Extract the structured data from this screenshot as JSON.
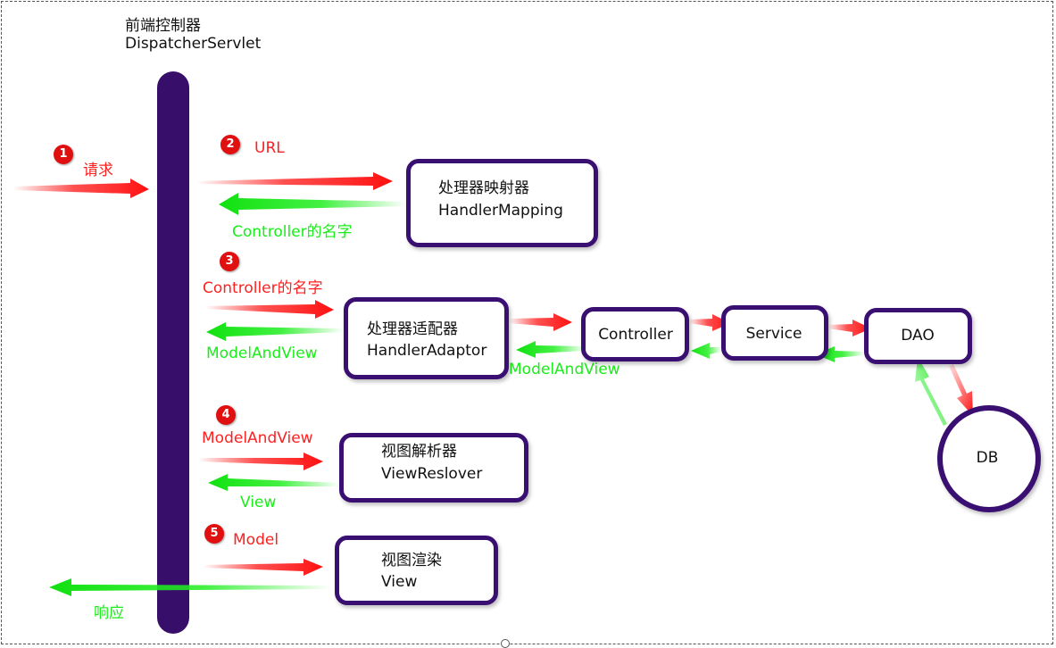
{
  "dispatcher": {
    "title_cn": "前端控制器",
    "title_en": "DispatcherServlet"
  },
  "steps": [
    "1",
    "2",
    "3",
    "4",
    "5"
  ],
  "labels": {
    "request": "请求",
    "url": "URL",
    "controller_name_green": "Controller的名字",
    "controller_name_red": "Controller的名字",
    "modelandview_green_1": "ModelAndView",
    "modelandview_green_2": "ModelAndView",
    "modelandview_red": "ModelAndView",
    "view_green": "View",
    "model_red": "Model",
    "response": "响应"
  },
  "boxes": {
    "handler_mapping": {
      "cn": "处理器映射器",
      "en": "HandlerMapping"
    },
    "handler_adaptor": {
      "cn": "处理器适配器",
      "en": "HandlerAdaptor"
    },
    "controller": "Controller",
    "service": "Service",
    "dao": "DAO",
    "view_resolver": {
      "cn": "视图解析器",
      "en": "ViewReslover"
    },
    "view_render": {
      "cn": "视图渲染",
      "en": "View"
    },
    "db": "DB"
  },
  "colors": {
    "bus": "#370f6b",
    "box_border": "#3a0f72",
    "request_arrow": "#ff2020",
    "response_arrow": "#19ee19"
  }
}
